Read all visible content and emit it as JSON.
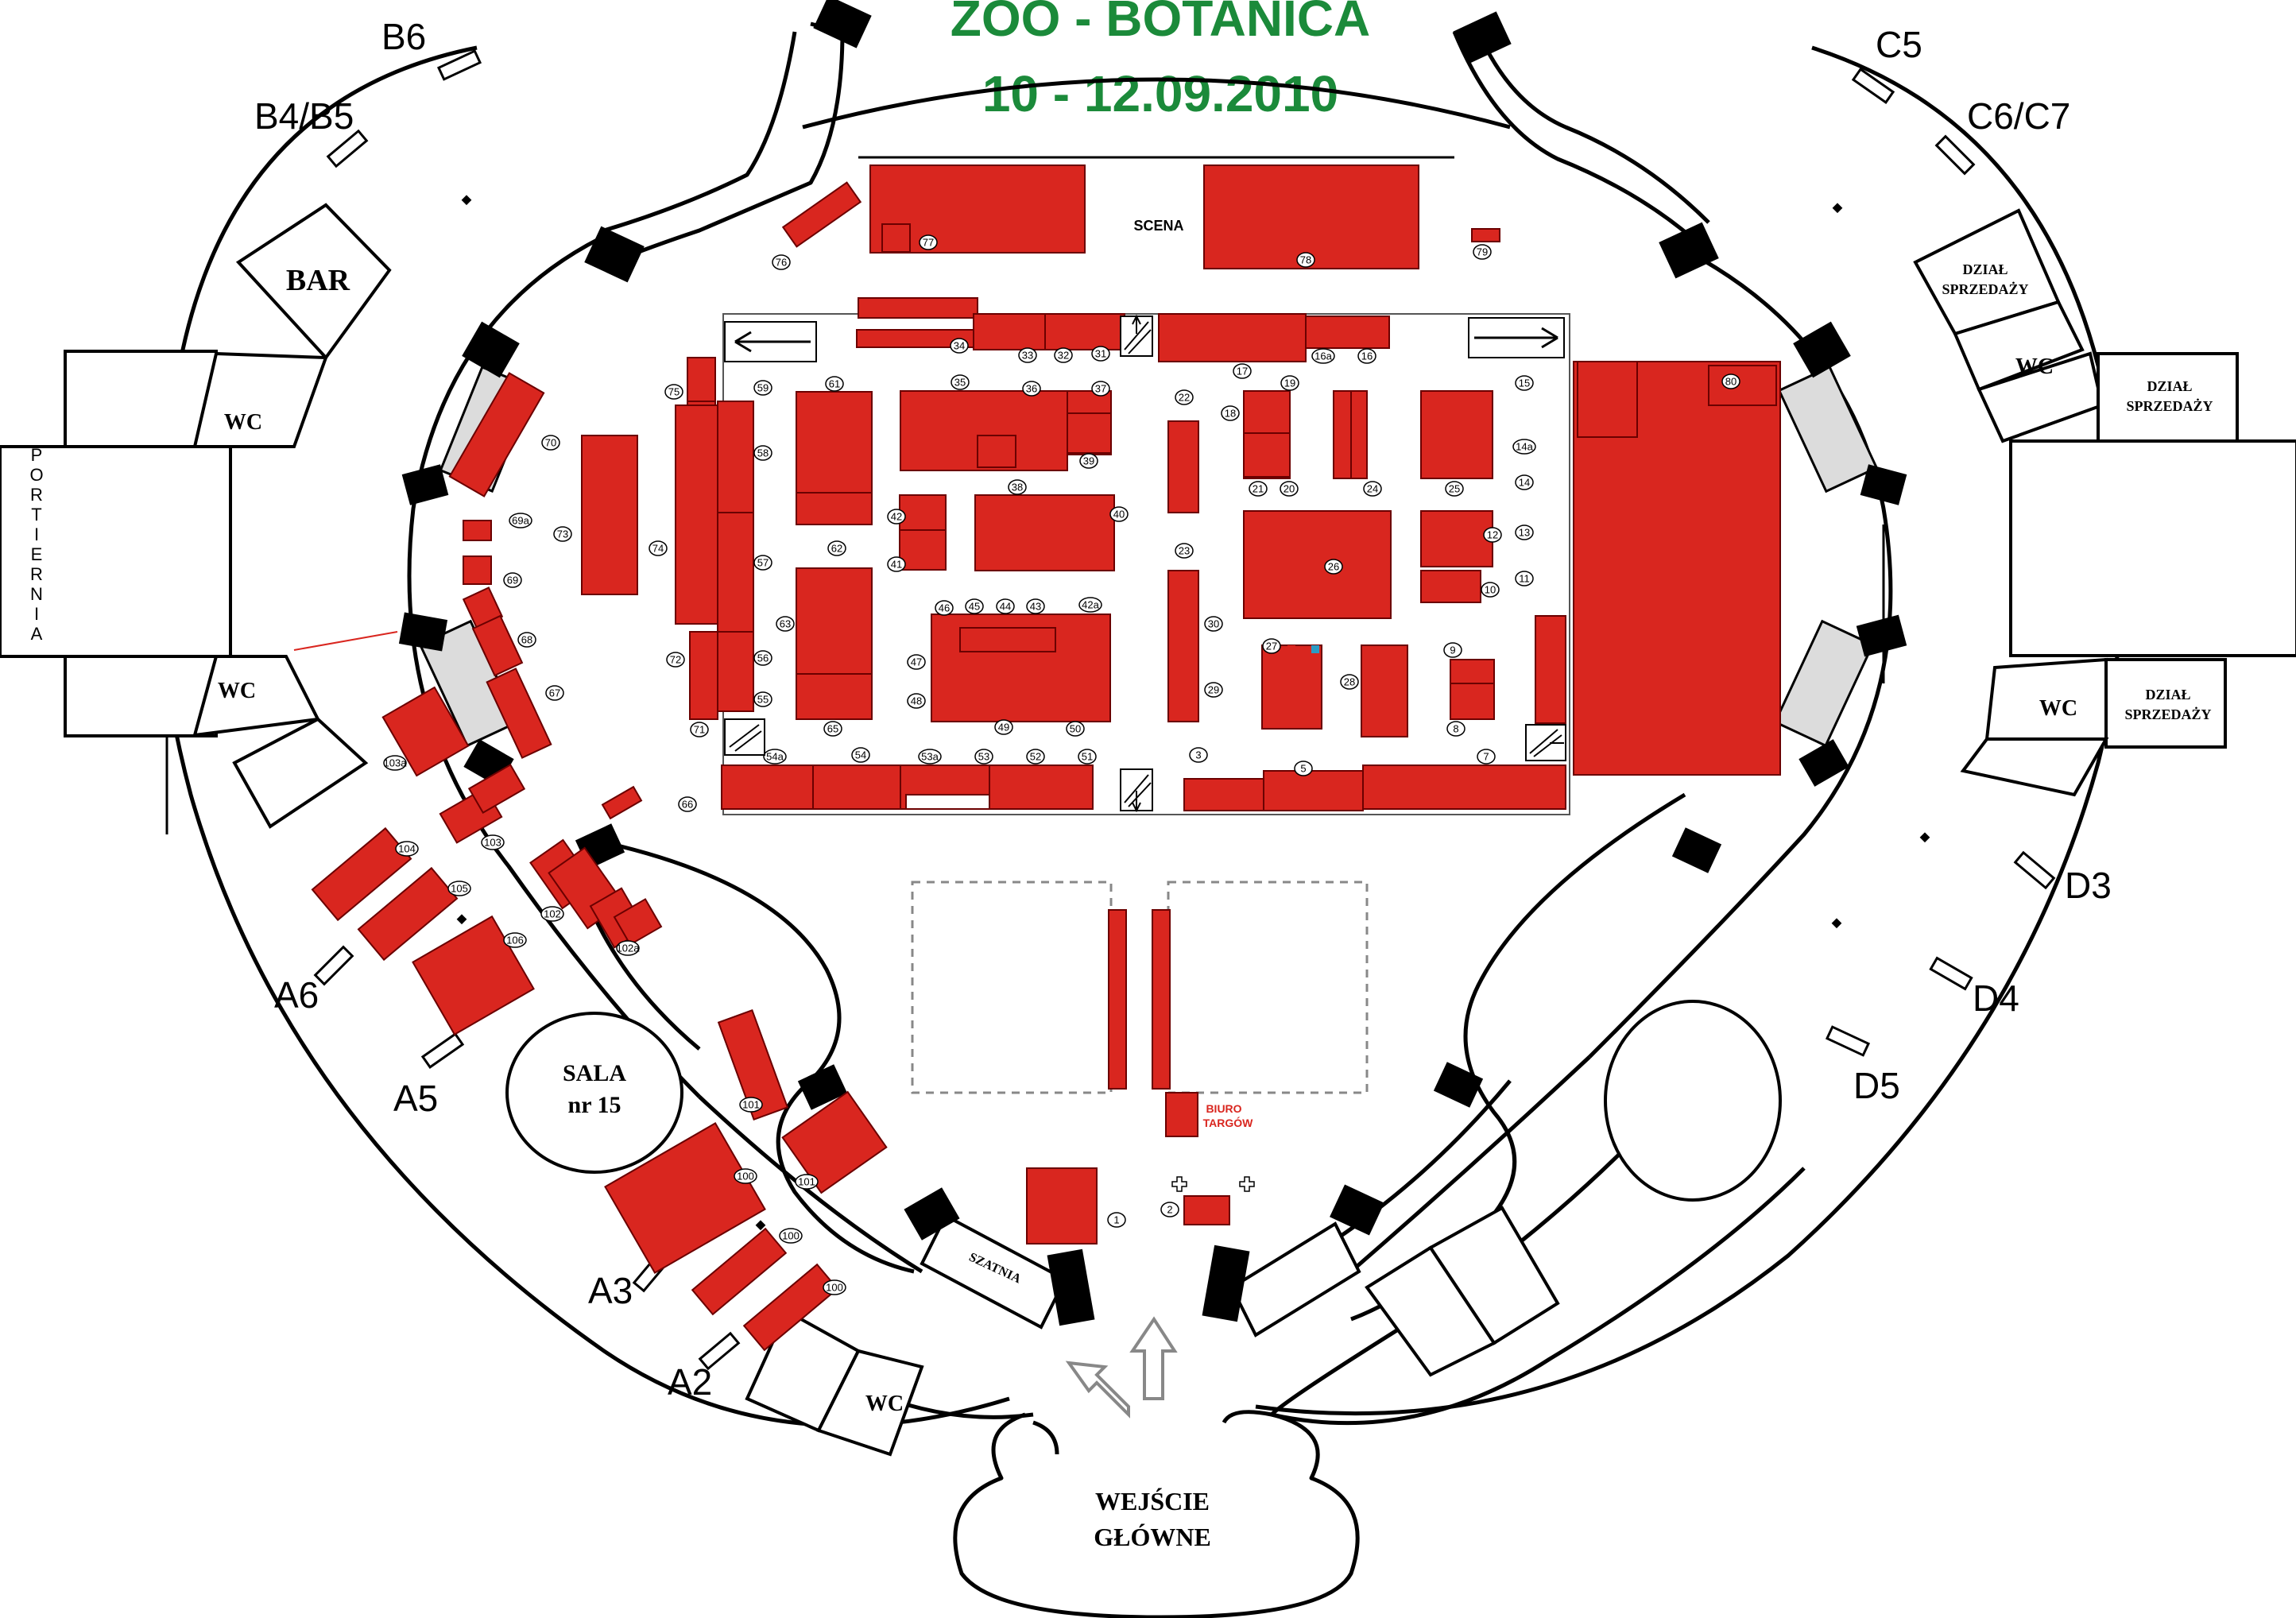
{
  "title": {
    "line1": "ZOO - BOTANICA",
    "line2": "10 - 12.09.2010"
  },
  "colors": {
    "booth": "#d9261f",
    "title": "#1b8a3a",
    "office_text": "#d9261f"
  },
  "rooms": {
    "scena": "SCENA",
    "bar": "BAR",
    "portiernia": "PORTIERNIA",
    "wc": "WC",
    "sala_line1": "SALA",
    "sala_line2": "nr 15",
    "szatnia": "SZATNIA",
    "dzial_sprzedazy_line1": "DZIAŁ",
    "dzial_sprzedazy_line2": "SPRZEDAŻY",
    "entrance_line1": "WEJŚCIE",
    "entrance_line2": "GŁÓWNE",
    "office_line1": "BIURO",
    "office_line2": "TARGÓW"
  },
  "gates": [
    "B6",
    "B4/B5",
    "C5",
    "C6/C7",
    "A6",
    "A5",
    "A3",
    "A2",
    "D3",
    "D4",
    "D5"
  ],
  "booth_numbers": [
    "1",
    "2",
    "3",
    "5",
    "7",
    "8",
    "9",
    "10",
    "11",
    "12",
    "13",
    "14",
    "14a",
    "15",
    "16",
    "16a",
    "17",
    "18",
    "19",
    "20",
    "21",
    "22",
    "23",
    "24",
    "25",
    "26",
    "27",
    "28",
    "29",
    "30",
    "31",
    "32",
    "33",
    "34",
    "35",
    "36",
    "37",
    "38",
    "39",
    "40",
    "41",
    "42",
    "42a",
    "43",
    "44",
    "45",
    "46",
    "47",
    "48",
    "49",
    "50",
    "51",
    "52",
    "53",
    "53a",
    "54",
    "54a",
    "55",
    "56",
    "57",
    "58",
    "59",
    "61",
    "62",
    "63",
    "65",
    "66",
    "67",
    "68",
    "69",
    "69a",
    "70",
    "71",
    "72",
    "73",
    "74",
    "75",
    "76",
    "77",
    "78",
    "79",
    "80",
    "100",
    "101",
    "102",
    "102a",
    "103",
    "103a",
    "104",
    "105",
    "106"
  ],
  "icons": [
    "entrance-arrow-icon",
    "first-aid-cross-icon",
    "stairs-icon",
    "direction-arrow-icon"
  ]
}
